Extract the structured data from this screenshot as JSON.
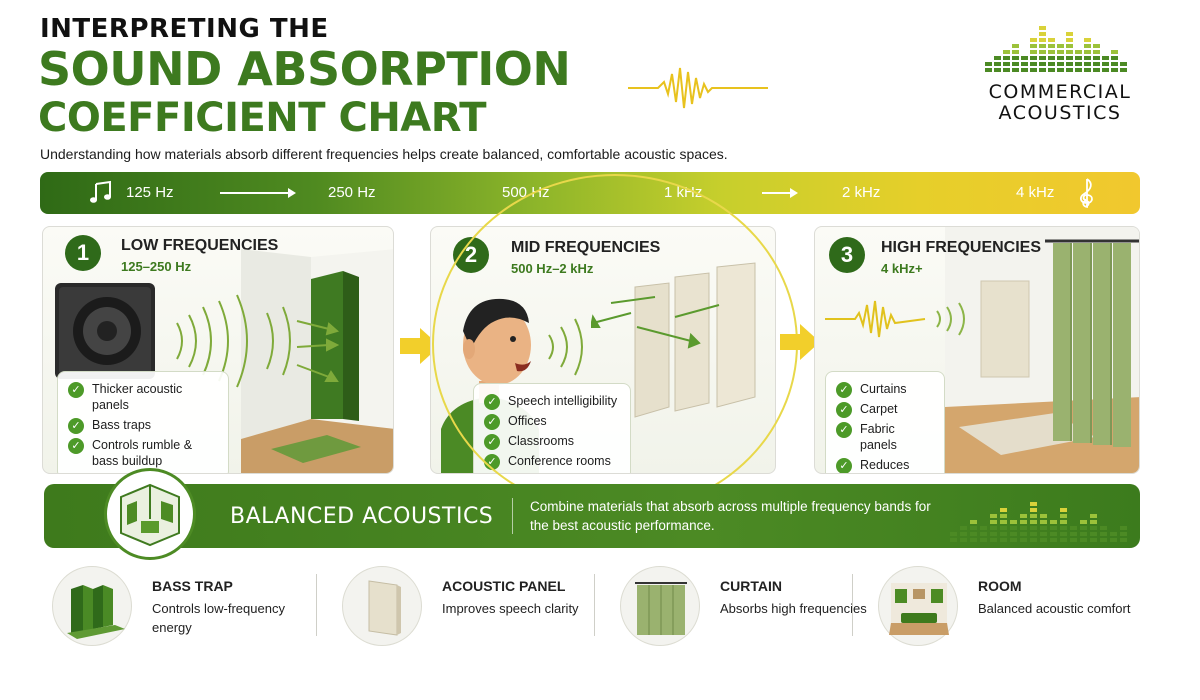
{
  "header": {
    "title_line1": "INTERPRETING THE",
    "title_line2": "SOUND ABSORPTION",
    "title_line3": "COEFFICIENT CHART",
    "subtitle": "Understanding how materials absorb different frequencies helps create balanced, comfortable acoustic spaces."
  },
  "logo": {
    "line1": "COMMERCIAL",
    "line2": "ACOUSTICS",
    "icon": "equalizer-bars-icon"
  },
  "frequency_bar": {
    "labels": [
      "125 Hz",
      "250 Hz",
      "500 Hz",
      "1 kHz",
      "2 kHz",
      "4 kHz"
    ],
    "start_icon": "music-note-icon",
    "end_icon": "treble-clef-icon"
  },
  "panels": [
    {
      "number": "1",
      "title": "LOW FREQUENCIES",
      "range": "125–250 Hz",
      "items": [
        "Thicker acoustic panels",
        "Bass traps",
        "Controls rumble & bass buildup"
      ]
    },
    {
      "number": "2",
      "title": "MID FREQUENCIES",
      "range": "500 Hz–2 kHz",
      "items": [
        "Speech intelligibility",
        "Offices",
        "Classrooms",
        "Conference rooms"
      ]
    },
    {
      "number": "3",
      "title": "HIGH FREQUENCIES",
      "range": "4 kHz+",
      "items": [
        "Curtains",
        "Carpet",
        "Fabric panels",
        "Reduces echo"
      ]
    }
  ],
  "balanced": {
    "title": "BALANCED ACOUSTICS",
    "description": "Combine materials that absorb across multiple frequency bands for the best acoustic performance."
  },
  "materials": [
    {
      "title": "BASS TRAP",
      "description": "Controls low-frequency energy",
      "icon": "bass-trap-icon"
    },
    {
      "title": "ACOUSTIC PANEL",
      "description": "Improves speech clarity",
      "icon": "acoustic-panel-icon"
    },
    {
      "title": "CURTAIN",
      "description": "Absorbs high frequencies",
      "icon": "curtain-icon"
    },
    {
      "title": "ROOM",
      "description": "Balanced acoustic comfort",
      "icon": "room-icon"
    }
  ],
  "colors": {
    "primary_green": "#3d7a1f",
    "dark_green": "#2f6a1a",
    "accent_yellow": "#f1c82e",
    "check_green": "#4d9a28"
  }
}
